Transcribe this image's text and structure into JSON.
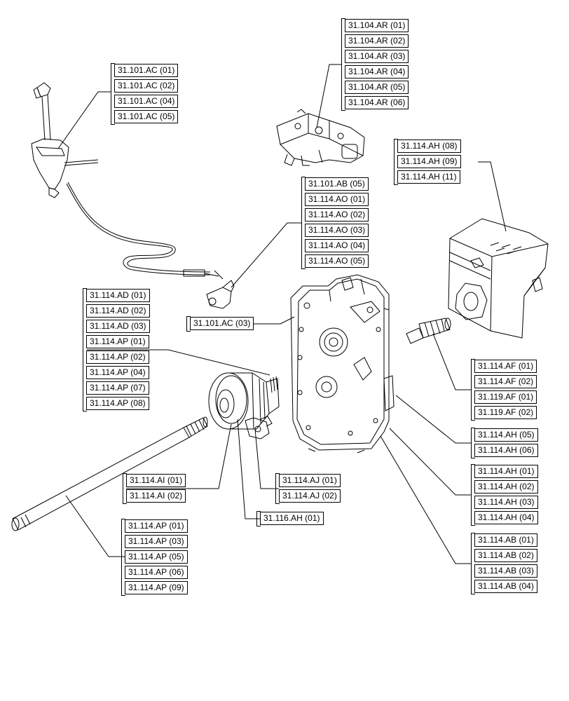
{
  "callouts": {
    "c1": [
      "31.101.AC (01)",
      "31.101.AC (02)",
      "31.101.AC (04)",
      "31.101.AC (05)"
    ],
    "c2": [
      "31.104.AR (01)",
      "31.104.AR (02)",
      "31.104.AR (03)",
      "31.104.AR (04)",
      "31.104.AR (05)",
      "31.104.AR (06)"
    ],
    "c3": [
      "31.114.AH (08)",
      "31.114.AH (09)",
      "31.114.AH (11)"
    ],
    "c4": [
      "31.101.AB (05)",
      "31.114.AO (01)",
      "31.114.AO (02)",
      "31.114.AO (03)",
      "31.114.AO (04)",
      "31.114.AO (05)"
    ],
    "c5": [
      "31.101.AC (03)"
    ],
    "c6": [
      "31.114.AD (01)",
      "31.114.AD (02)",
      "31.114.AD (03)",
      "31.114.AP (01)",
      "31.114.AP (02)",
      "31.114.AP (04)",
      "31.114.AP (07)",
      "31.114.AP (08)"
    ],
    "c7": [
      "31.114.AF (01)",
      "31.114.AF (02)",
      "31.119.AF (01)",
      "31.119.AF (02)"
    ],
    "c8": [
      "31.114.AH (05)",
      "31.114.AH (06)"
    ],
    "c9": [
      "31.114.AH (01)",
      "31.114.AH (02)",
      "31.114.AH (03)",
      "31.114.AH (04)"
    ],
    "c10": [
      "31.114.AB (01)",
      "31.114.AB (02)",
      "31.114.AB (03)",
      "31.114.AB (04)"
    ],
    "c11": [
      "31.114.AI (01)",
      "31.114.AI (02)"
    ],
    "c12": [
      "31.114.AJ (01)",
      "31.114.AJ (02)"
    ],
    "c13": [
      "31.116.AH (01)"
    ],
    "c14": [
      "31.114.AP (01)",
      "31.114.AP (03)",
      "31.114.AP (05)",
      "31.114.AP (06)",
      "31.114.AP (09)"
    ]
  }
}
